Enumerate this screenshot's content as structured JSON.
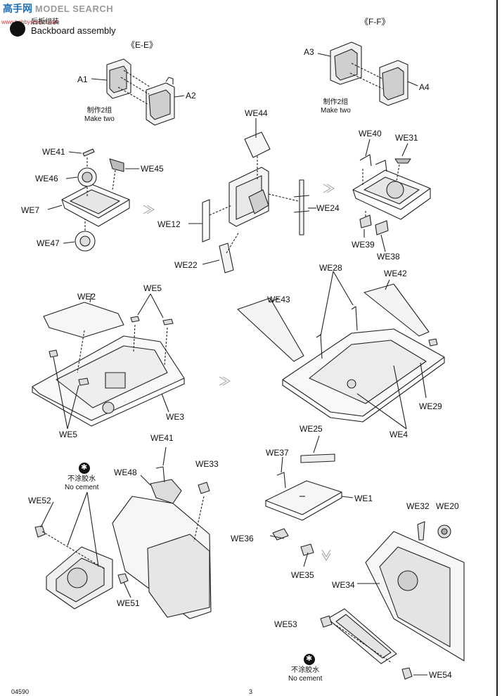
{
  "watermark": {
    "cn": "高手网",
    "en": "MODEL SEARCH",
    "sub": "www.hobbysearch.com"
  },
  "step": {
    "title_cn": "后板组装",
    "title_en": "Backboard assembly"
  },
  "sections": {
    "ee": "《E-E》",
    "ff": "《F-F》"
  },
  "make_two": {
    "cn": "制作2组",
    "en": "Make two"
  },
  "no_cement": {
    "cn": "不涂胶水",
    "en": "No cement"
  },
  "parts": {
    "A1": "A1",
    "A2": "A2",
    "A3": "A3",
    "A4": "A4",
    "WE1": "WE1",
    "WE2": "WE2",
    "WE3": "WE3",
    "WE4": "WE4",
    "WE5": "WE5",
    "WE7": "WE7",
    "WE12": "WE12",
    "WE20": "WE20",
    "WE22": "WE22",
    "WE24": "WE24",
    "WE25": "WE25",
    "WE28": "WE28",
    "WE29": "WE29",
    "WE31": "WE31",
    "WE32": "WE32",
    "WE33": "WE33",
    "WE34": "WE34",
    "WE35": "WE35",
    "WE36": "WE36",
    "WE37": "WE37",
    "WE38": "WE38",
    "WE39": "WE39",
    "WE40": "WE40",
    "WE41": "WE41",
    "WE42": "WE42",
    "WE43": "WE43",
    "WE44": "WE44",
    "WE45": "WE45",
    "WE46": "WE46",
    "WE47": "WE47",
    "WE48": "WE48",
    "WE51": "WE51",
    "WE52": "WE52",
    "WE53": "WE53",
    "WE54": "WE54"
  },
  "footer": {
    "left": "04590",
    "center": "3"
  }
}
